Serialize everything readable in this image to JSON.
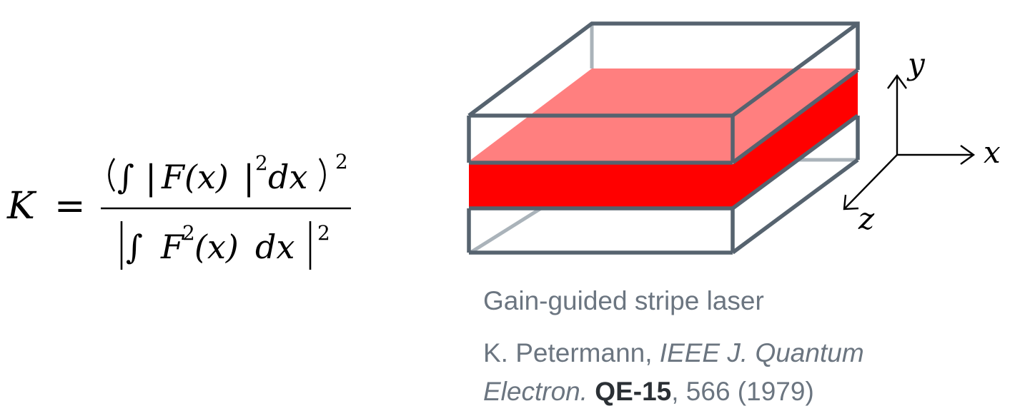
{
  "formula": {
    "lhs": "K",
    "equals": "=",
    "numerator": {
      "integral": "∫",
      "abs_open": "|",
      "func": "F",
      "arg": "(x)",
      "abs_close": "|",
      "power": "2",
      "diff": "dx",
      "outer_power": "2"
    },
    "denominator": {
      "integral": "∫",
      "func": "F",
      "power": "2",
      "arg": "(x)",
      "diff": "dx",
      "outer_power": "2"
    }
  },
  "axes": {
    "x_label": "x",
    "y_label": "y",
    "z_label": "z"
  },
  "colors": {
    "box_edge": "#56636f",
    "hidden_edge": "#aab3ba",
    "active_top": "#ff7f7f",
    "active_front": "#ff0000"
  },
  "caption": {
    "title": "Gain-guided  stripe laser",
    "ref_author": "K. Petermann, ",
    "ref_journal_line1": "IEEE J. Quantum",
    "ref_journal_line2": "Electron.",
    "ref_volume": "QE-15",
    "ref_rest": ", 566 (1979)"
  }
}
